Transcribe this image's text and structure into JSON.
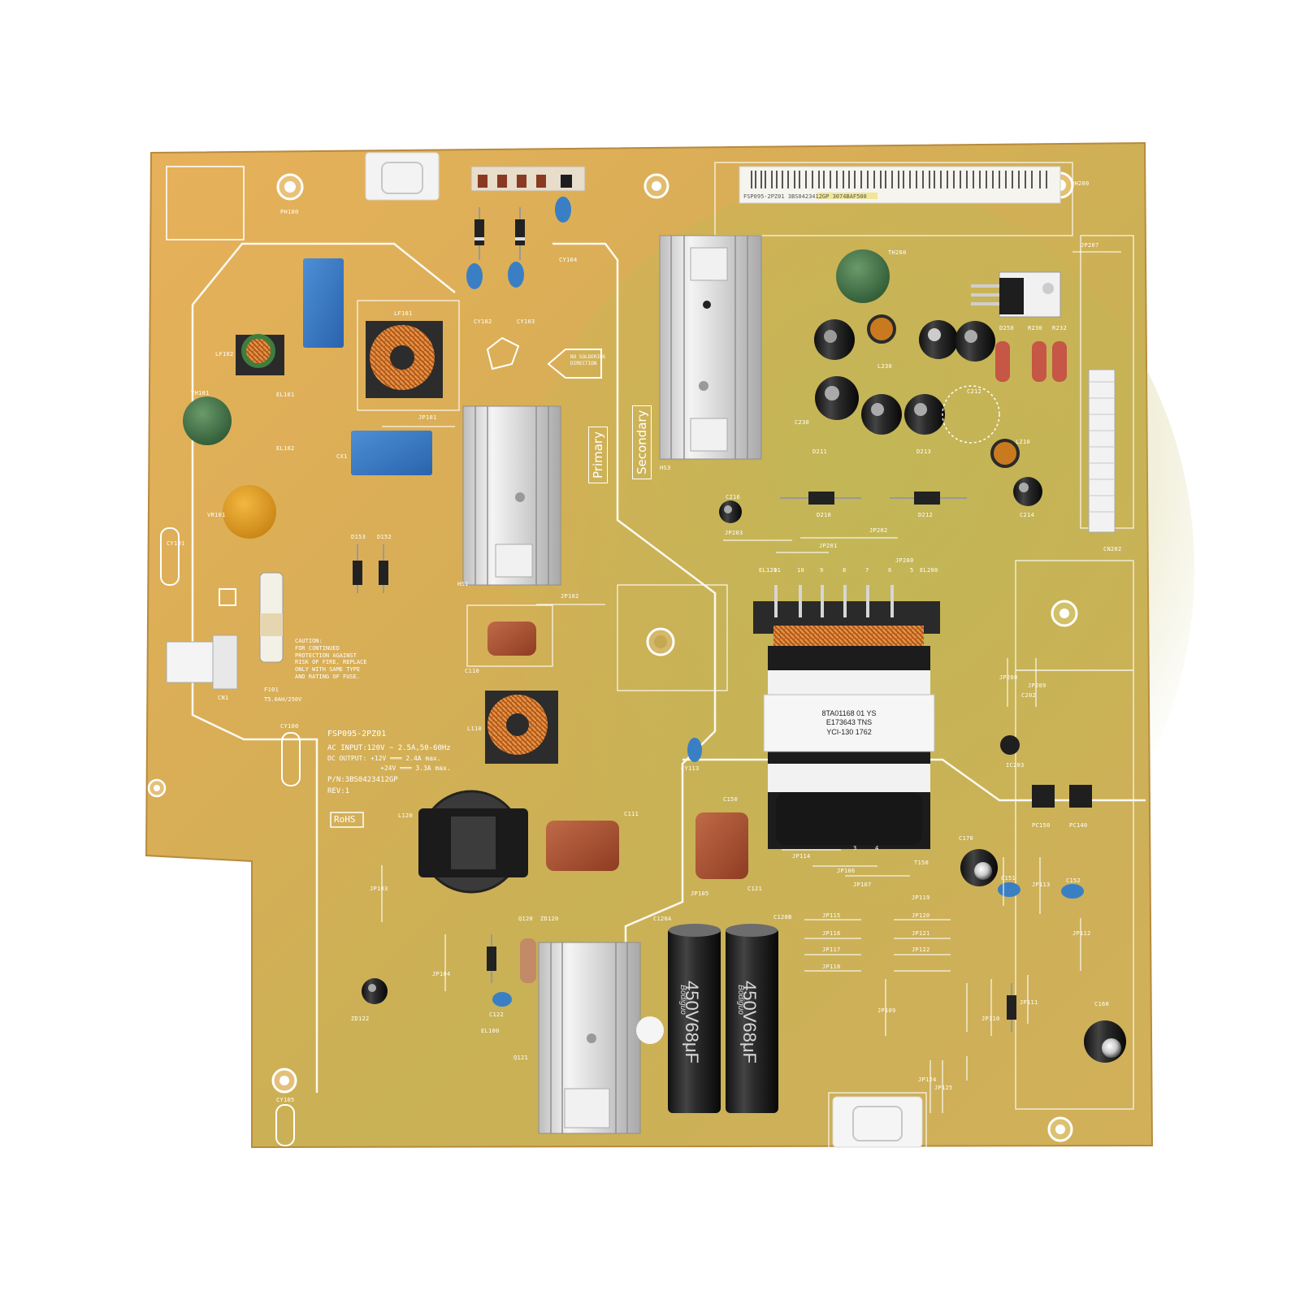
{
  "board": {
    "model_label": "FSP095-2PZ01",
    "ratings": [
      "AC INPUT:120V ~ 2.5A,50-60Hz",
      "DC OUTPUT: +12V ═══ 2.4A max.",
      "+24V ═══ 3.3A max."
    ],
    "part_number": "P/N:3BS0423412GP",
    "revision": "REV:1",
    "rohs": "RoHS",
    "primary": "Primary",
    "secondary": "Secondary",
    "caution": "CAUTION:\nFOR CONTINUED\nPROTECTION AGAINST\nRISK OF FIRE, REPLACE\nONLY WITH SAME TYPE\nAND RATING OF FUSE.",
    "fuse_rating": "T5.0AH/250V",
    "solder_note": "NO SOLDERING\nDIRECTION",
    "transformer_label": "8TA01168 01 YS\nE173643 TNS\nYCI-130 1762",
    "cap_marking": "450V68μF",
    "cap_brand": "Bodiguo",
    "barcode_text": "FSP095-2PZ01 3BS0423412GP 3074BAF500"
  },
  "refs": {
    "PH100": "PH100",
    "PH200": "PH200",
    "JP207": "JP207",
    "LF101": "LF101",
    "LF102": "LF102",
    "TH101": "TH101",
    "CY102": "CY102",
    "CY103": "CY103",
    "CY104": "CY104",
    "TH260": "TH260",
    "L230": "L230",
    "C230": "C230",
    "C212": "C212",
    "HS1": "HS1",
    "HS3": "HS3",
    "D211": "D211",
    "D213": "D213",
    "D210": "D210",
    "D212": "D212",
    "L210": "L210",
    "C214": "C214",
    "CN202": "CN202",
    "JP203": "JP203",
    "JP202": "JP202",
    "JP201": "JP201",
    "JP200": "JP200",
    "JP102": "JP102",
    "EL101": "EL101",
    "EL102": "EL102",
    "CX1": "CX1",
    "VR101": "VR101",
    "CY101": "CY101",
    "D153": "D153",
    "D152": "D152",
    "C110": "C110",
    "L110": "L110",
    "F101": "F101",
    "CN1": "CN1",
    "CY100": "CY100",
    "L120": "L120",
    "C111": "C111",
    "C150": "C150",
    "CY113": "CY113",
    "T150": "T150",
    "JP114": "JP114",
    "JP106": "JP106",
    "JP107": "JP107",
    "JP105": "JP105",
    "C121": "C121",
    "C120A": "C120A",
    "C120B": "C120B",
    "JP115": "JP115",
    "JP116": "JP116",
    "JP117": "JP117",
    "JP118": "JP118",
    "JP119": "JP119",
    "JP120": "JP120",
    "JP121": "JP121",
    "JP122": "JP122",
    "JP103": "JP103",
    "JP104": "JP104",
    "Q120": "Q120",
    "ZD120": "ZD120",
    "ZD122": "ZD122",
    "C122": "C122",
    "EL100": "EL100",
    "Q121": "Q121",
    "CY105": "CY105",
    "C170": "C170",
    "C151": "C151",
    "C152": "C152",
    "JP113": "JP113",
    "PC150": "PC150",
    "PC140": "PC140",
    "IC203": "IC203",
    "C202": "C202",
    "JP208": "JP208",
    "JP209": "JP209",
    "JP112": "JP112",
    "C160": "C160",
    "JP111": "JP111",
    "JP110": "JP110",
    "JP109": "JP109",
    "JP124": "JP124",
    "JP125": "JP125",
    "EL120": "EL120",
    "EL200": "EL200",
    "JP101": "JP101",
    "D250": "D250",
    "R230": "R230",
    "R232": "R232",
    "C216": "C216",
    "pins": [
      "11",
      "10",
      "9",
      "8",
      "7",
      "6",
      "5"
    ],
    "pins2": [
      "3",
      "4"
    ]
  }
}
